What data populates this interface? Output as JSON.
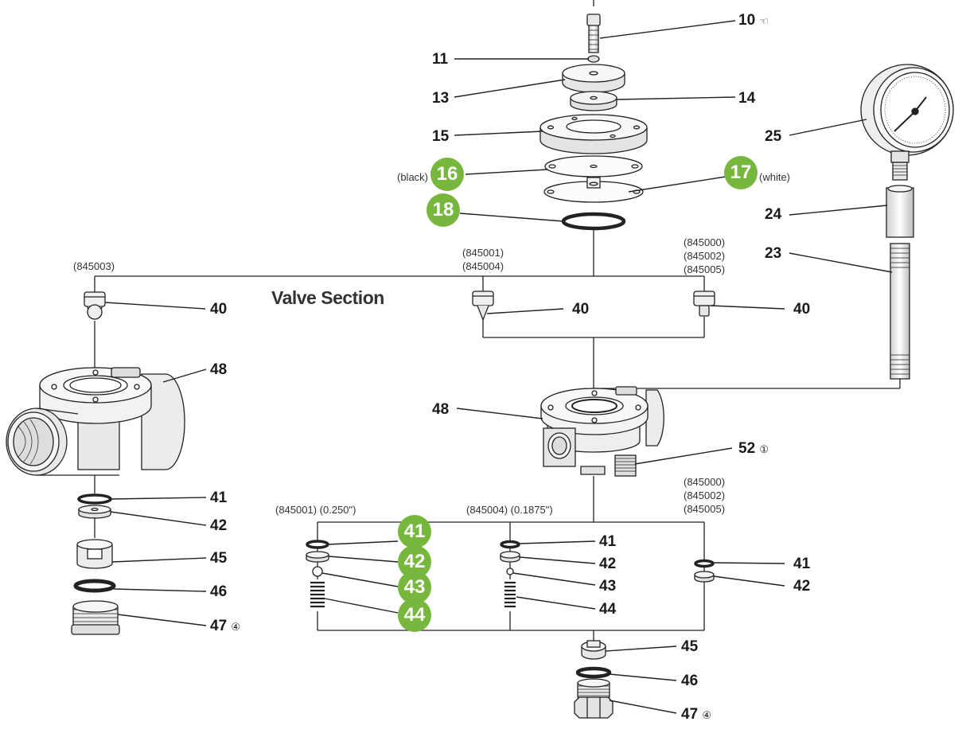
{
  "diagram": {
    "section_title": "Valve Section",
    "parts": {
      "p10": "10",
      "p11": "11",
      "p13": "13",
      "p14": "14",
      "p15": "15",
      "p23": "23",
      "p24": "24",
      "p25": "25",
      "p40a": "40",
      "p40b": "40",
      "p40c": "40",
      "p48a": "48",
      "p48b": "48",
      "p52": "52",
      "p41a": "41",
      "p42a": "42",
      "p45a": "45",
      "p46a": "46",
      "p47a": "47",
      "p41c": "41",
      "p42c": "42",
      "p43c": "43",
      "p44c": "44",
      "p41d": "41",
      "p42d": "42",
      "p45b": "45",
      "p46b": "46",
      "p47b": "47"
    },
    "badges": {
      "b16": "16",
      "b17": "17",
      "b18": "18",
      "b41": "41",
      "b42": "42",
      "b43": "43",
      "b44": "44"
    },
    "symbols": {
      "hand": "☜",
      "circ1": "①",
      "circ4a": "④",
      "circ4b": "④"
    },
    "notes": {
      "black": "(black)",
      "white": "(white)",
      "n845003": "(845003)",
      "n845001_4": [
        "(845001)",
        "(845004)"
      ],
      "n845000_2_5_top": [
        "(845000)",
        "(845002)",
        "(845005)"
      ],
      "n845001_size": "(845001) (0.250\")",
      "n845004_size": "(845004) (0.1875\")",
      "n845000_2_5_bottom": [
        "(845000)",
        "(845002)",
        "(845005)"
      ]
    },
    "colors": {
      "badge": "#77b73e",
      "line": "#222222"
    }
  }
}
